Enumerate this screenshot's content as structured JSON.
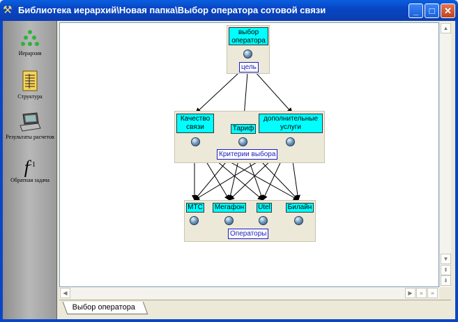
{
  "window": {
    "title": "Библиотека иерархий\\Новая папка\\Выбор оператора сотовой связи",
    "controls": {
      "minimize": "_",
      "maximize": "□",
      "close": "✕"
    }
  },
  "sidebar": {
    "items": [
      {
        "label": "Иерархия",
        "icon": "hierarchy-icon"
      },
      {
        "label": "Структура",
        "icon": "structure-icon"
      },
      {
        "label": "Результаты расчетов",
        "icon": "laptop-icon"
      },
      {
        "label": "Обратная задача",
        "icon": "inverse-function-icon",
        "glyph": "f",
        "sup": "-1"
      }
    ]
  },
  "diagram": {
    "goal": {
      "node": "выбор оператора",
      "label": "цель"
    },
    "criteria": {
      "nodes": [
        "Качество связи",
        "Тариф",
        "дополнительные услуги"
      ],
      "label": "Критерии выбора"
    },
    "alternatives": {
      "nodes": [
        "МТС",
        "Мегафон",
        "Utel",
        "Билайн"
      ],
      "label": "Операторы"
    },
    "colors": {
      "node_fill": "#00ffff",
      "group_fill": "#ece9d8",
      "label_text": "#1a1ac0"
    }
  },
  "tabs": [
    {
      "label": "Выбор оператора"
    }
  ]
}
